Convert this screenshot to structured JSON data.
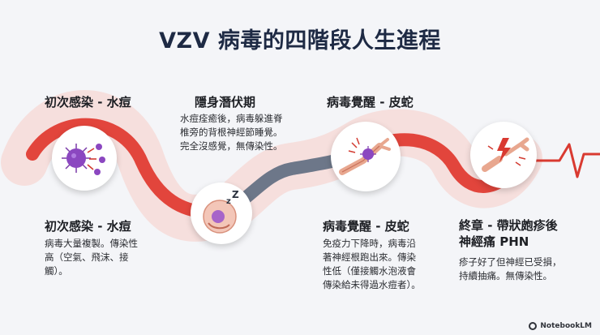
{
  "title": "VZV 病毒的四階段人生進程",
  "stages": [
    {
      "id": "infection",
      "heading_top": "初次感染 - 水痘",
      "heading_bottom": "初次感染 - 水痘",
      "desc_lines": [
        "病毒大量複製。傳染性",
        "高（空氣、飛沫、接",
        "觸）。"
      ]
    },
    {
      "id": "latency",
      "heading_top": "隱身潛伏期",
      "desc_lines": [
        "水痘痊癒後，病毒躲進脊",
        "椎旁的背根神經節睡覺。",
        "完全沒感覺，無傳染性。"
      ]
    },
    {
      "id": "reactivation",
      "heading_top": "病毒覺醒 - 皮蛇",
      "heading_bottom": "病毒覺醒 - 皮蛇",
      "desc_lines": [
        "免疫力下降時，病毒沿",
        "著神經根跑出來。傳染",
        "性低（僅接觸水泡液會",
        "傳染給未得過水痘者）。"
      ]
    },
    {
      "id": "phn",
      "heading_bottom_lines": [
        "終章 - 帶狀皰疹後",
        "神經痛 PHN"
      ],
      "desc_lines": [
        "疹子好了但神經已受損，",
        "持續抽痛。無傳染性。"
      ]
    }
  ],
  "icons": [
    "virus-replicating-icon",
    "sleeping-cell-icon",
    "virus-on-nerve-icon",
    "damaged-nerve-pain-icon"
  ],
  "colors": {
    "accent_red": "#e2453c",
    "path_gray": "#6d7789",
    "title": "#1e2a44"
  },
  "footer": {
    "brand": "NotebookLM"
  }
}
